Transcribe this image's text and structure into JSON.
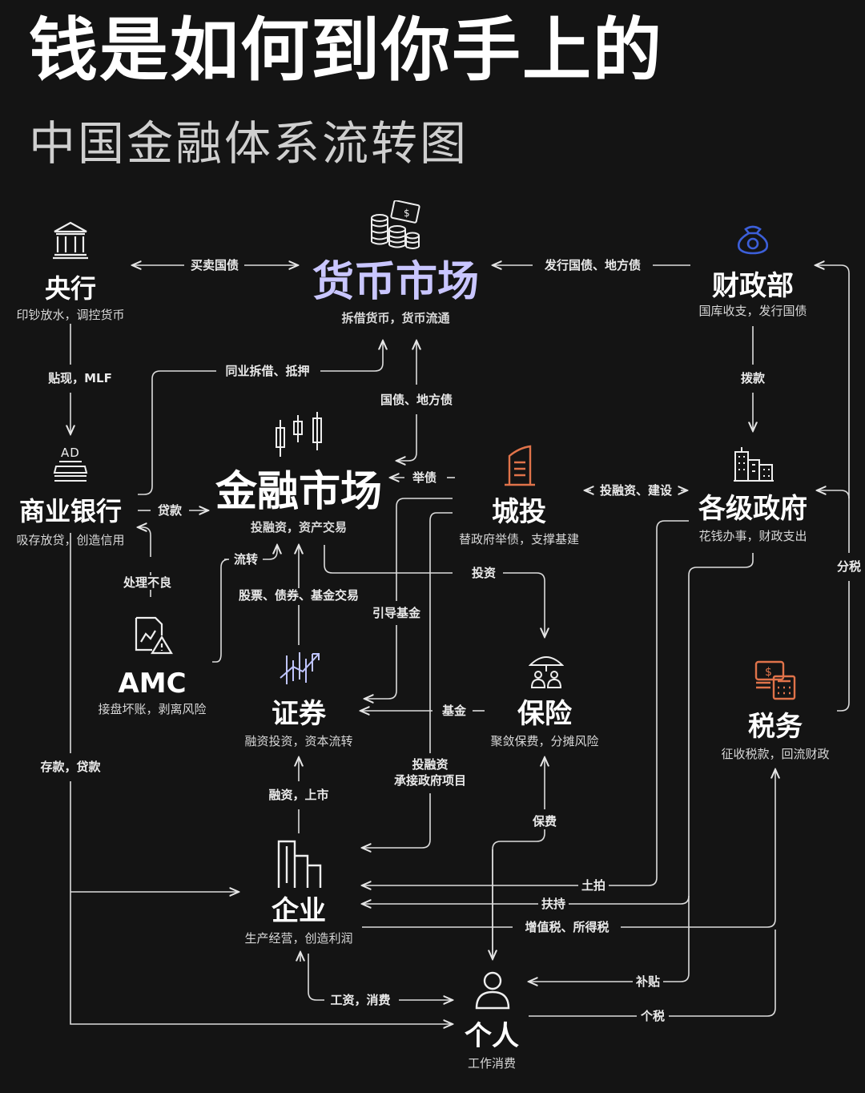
{
  "header": {
    "title": "钱是如何到你手上的",
    "subtitle": "中国金融体系流转图"
  },
  "nodes": {
    "central_bank": {
      "title": "央行",
      "desc": "印钞放水，调控货币"
    },
    "money_market": {
      "title": "货币市场",
      "desc": "拆借货币，货币流通"
    },
    "ministry_finance": {
      "title": "财政部",
      "desc": "国库收支，发行国债"
    },
    "commercial_bank": {
      "title": "商业银行",
      "desc": "吸存放贷，创造信用",
      "icon_text": "AD"
    },
    "financial_market": {
      "title": "金融市场",
      "desc": "投融资，资产交易"
    },
    "lgfv": {
      "title": "城投",
      "desc": "替政府举债，支撑基建"
    },
    "government": {
      "title": "各级政府",
      "desc": "花钱办事，财政支出"
    },
    "amc": {
      "title": "AMC",
      "desc": "接盘坏账，剥离风险"
    },
    "securities": {
      "title": "证券",
      "desc": "融资投资，资本流转"
    },
    "insurance": {
      "title": "保险",
      "desc": "聚敛保费，分摊风险"
    },
    "tax": {
      "title": "税务",
      "desc": "征收税款，回流财政"
    },
    "enterprise": {
      "title": "企业",
      "desc": "生产经营，创造利润"
    },
    "individual": {
      "title": "个人",
      "desc": "工作消费"
    }
  },
  "edges": {
    "buy_sell_bonds": "买卖国债",
    "issue_bonds": "发行国债、地方债",
    "discount_mlf": "贴现，MLF",
    "allocate": "拨款",
    "interbank": "同业拆借、抵押",
    "gov_local_bonds": "国债、地方债",
    "raise_debt": "举债",
    "loans": "贷款",
    "invest_build": "投融资、建设",
    "dispose_npl": "处理不良",
    "circulate": "流转",
    "stocks_bonds_funds": "股票、债券、基金交易",
    "guide_fund": "引导基金",
    "invest": "投资",
    "tax_share": "分税",
    "funds": "基金",
    "deposits_loans": "存款，贷款",
    "invest_projects_1": "投融资",
    "invest_projects_2": "承接政府项目",
    "financing_ipo": "融资，上市",
    "premium": "保费",
    "land_auction": "土拍",
    "support": "扶持",
    "vat_income_tax": "增值税、所得税",
    "subsidy": "补贴",
    "wages_consumption": "工资，消费",
    "personal_tax": "个税"
  },
  "colors": {
    "background": "#141414",
    "text": "#ffffff",
    "money_market_title": "#c9c6ff",
    "lgfv_icon": "#e0734a",
    "ministry_icon": "#3c5fd9",
    "tax_icon": "#e0734a"
  },
  "icons": {
    "central_bank": "bank-building-icon",
    "money_market": "coins-stack-icon",
    "ministry_finance": "money-bag-icon",
    "commercial_bank": "bank-terminal-icon",
    "financial_market": "candlestick-icon",
    "lgfv": "skyscraper-icon",
    "government": "city-buildings-icon",
    "amc": "warning-chart-icon",
    "securities": "stock-trend-icon",
    "insurance": "umbrella-family-icon",
    "tax": "tax-calculator-icon",
    "enterprise": "office-building-icon",
    "individual": "person-icon"
  }
}
